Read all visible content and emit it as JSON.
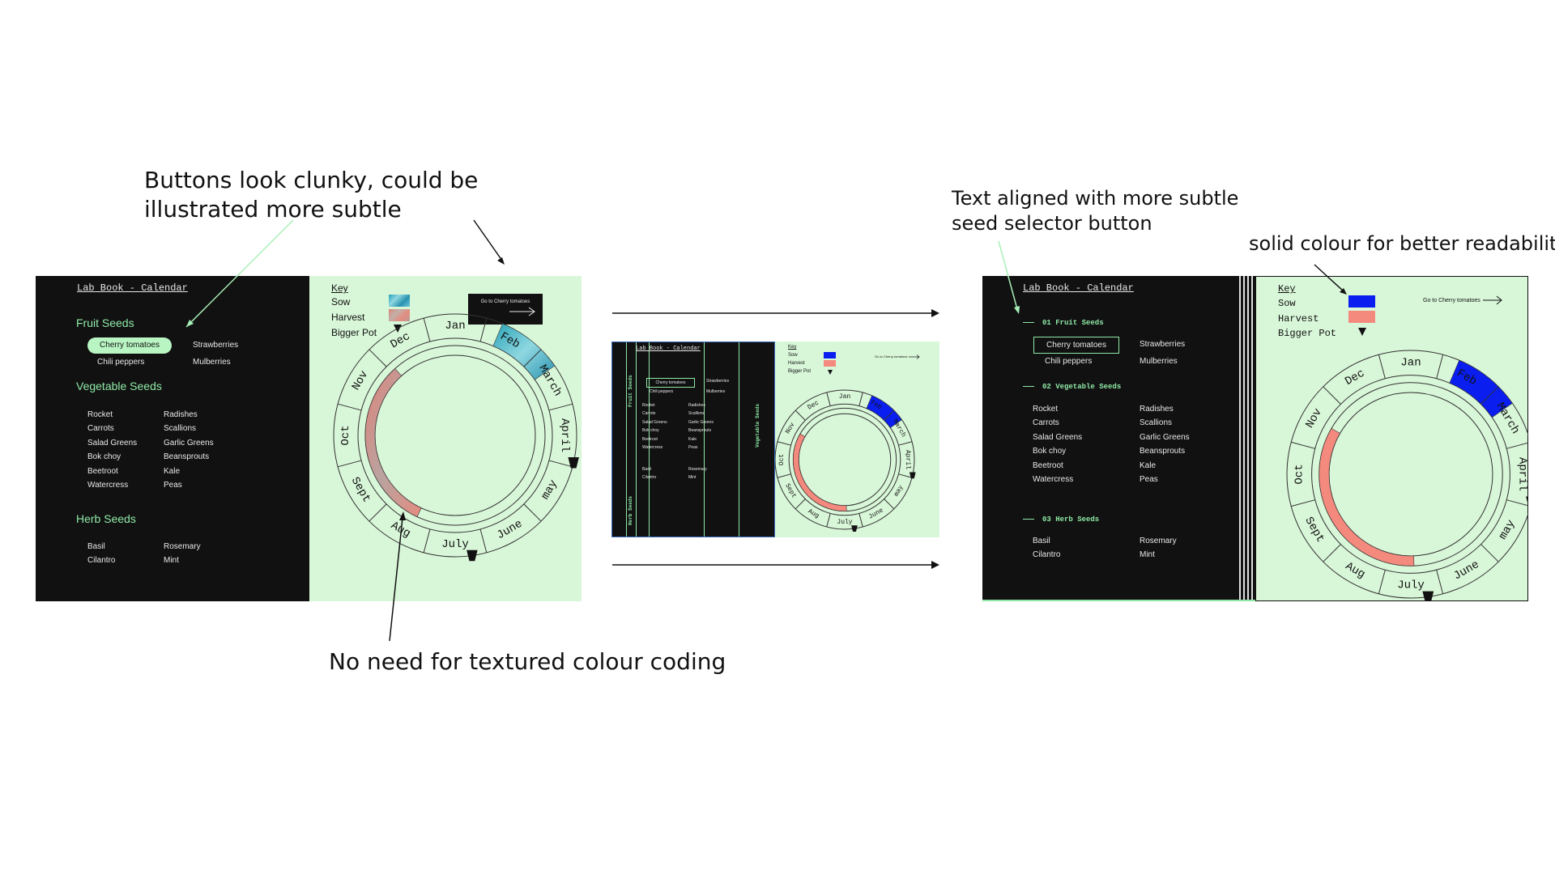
{
  "annotations": {
    "buttons_clunky": "Buttons look clunky, could be illustrated more subtle",
    "no_texture": "No need for textured colour coding",
    "text_aligned": "Text aligned with more subtle seed selector button",
    "solid_colour": "solid colour for better readability"
  },
  "app": {
    "title": "Lab Book - Calendar",
    "categories": {
      "fruit": "Fruit Seeds",
      "vegetable": "Vegetable Seeds",
      "herb": "Herb Seeds",
      "fruit_numbered": "01 Fruit Seeds",
      "vegetable_numbered": "02 Vegetable Seeds",
      "herb_numbered": "03 Herb Seeds"
    },
    "fruit_items": [
      "Cherry tomatoes",
      "Strawberries",
      "Chili peppers",
      "Mulberries"
    ],
    "vegetable_items": [
      "Rocket",
      "Radishes",
      "Carrots",
      "Scallions",
      "Salad Greens",
      "Garlic Greens",
      "Bok choy",
      "Beansprouts",
      "Beetroot",
      "Kale",
      "Watercress",
      "Peas"
    ],
    "herb_items": [
      "Basil",
      "Rosemary",
      "Cilantro",
      "Mint"
    ],
    "key": {
      "title": "Key",
      "sow": "Sow",
      "harvest": "Harvest",
      "bigger_pot": "Bigger Pot"
    },
    "goto": "Go to Cherry tomatoes",
    "months": [
      "Jan",
      "Feb",
      "March",
      "April",
      "may",
      "June",
      "July",
      "Aug",
      "Sept",
      "Oct",
      "Nov",
      "Dec"
    ]
  },
  "colors": {
    "dark_bg": "#111111",
    "light_bg": "#d8f6d8",
    "accent_green": "#8fe9a6",
    "sow_solid": "#0a1ef0",
    "harvest_solid": "#f48a7e",
    "sow_textured": "#2aa3b8",
    "harvest_textured": "#e0837a"
  },
  "icons": {
    "goto_arrow": "arrow-right-icon",
    "bigger_pot": "pot-icon"
  }
}
